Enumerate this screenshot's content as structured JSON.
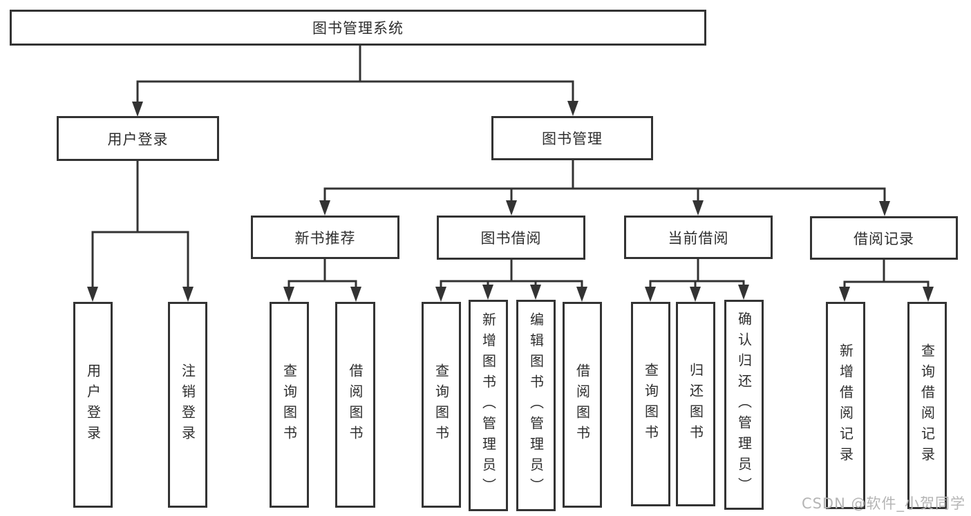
{
  "colors": {
    "line": "#333333",
    "text": "#2e2e2e",
    "background": "#ffffff",
    "watermark": "#b5b5b5"
  },
  "tree": {
    "root": "图书管理系统",
    "user_login": {
      "label": "用户登录",
      "children": [
        "用户登录",
        "注销登录"
      ]
    },
    "book_mgmt": {
      "label": "图书管理"
    },
    "recommend": {
      "label": "新书推荐",
      "children": [
        "查询图书",
        "借阅图书"
      ]
    },
    "borrow": {
      "label": "图书借阅",
      "children": [
        "查询图书",
        "新增图书（管理员）",
        "编辑图书（管理员）",
        "借阅图书"
      ]
    },
    "current": {
      "label": "当前借阅",
      "children": [
        "查询图书",
        "归还图书",
        "确认归还（管理员）"
      ]
    },
    "records": {
      "label": "借阅记录",
      "children": [
        "新增借阅记录",
        "查询借阅记录"
      ]
    }
  },
  "watermark": "CSDN @软件_小贺同学"
}
